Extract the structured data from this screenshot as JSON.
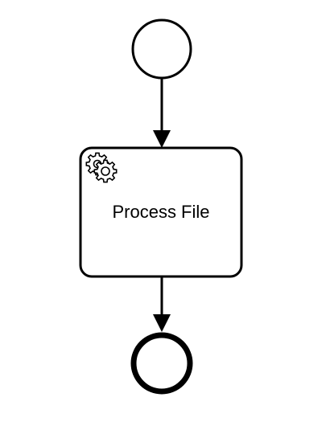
{
  "diagram": {
    "type": "bpmn-process",
    "start_event": {
      "kind": "start"
    },
    "task": {
      "kind": "service-task",
      "label": "Process File",
      "icon": "gear-icon"
    },
    "end_event": {
      "kind": "end"
    },
    "flows": [
      {
        "from": "start_event",
        "to": "task"
      },
      {
        "from": "task",
        "to": "end_event"
      }
    ],
    "colors": {
      "stroke": "#000000",
      "fill": "#ffffff"
    }
  }
}
